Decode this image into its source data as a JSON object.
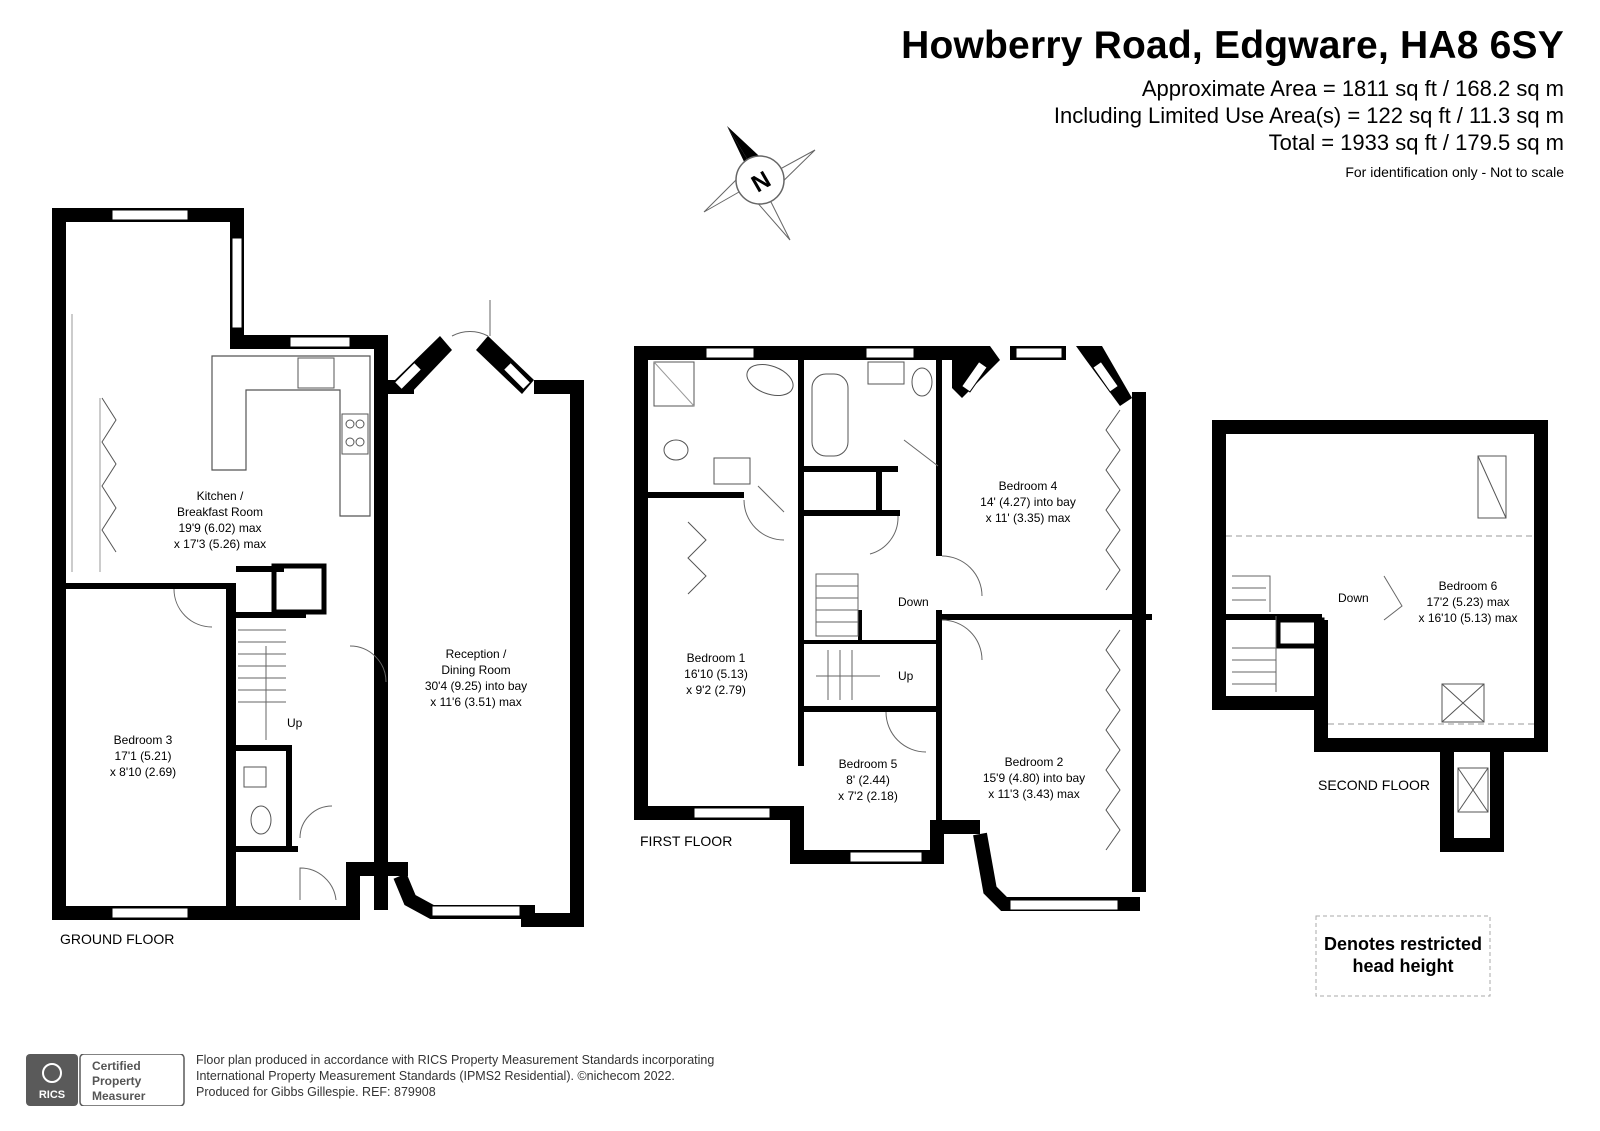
{
  "header": {
    "title": "Howberry Road, Edgware, HA8 6SY",
    "area_lines": [
      "Approximate Area = 1811 sq ft / 168.2 sq m",
      "Including Limited Use Area(s) = 122 sq ft / 11.3 sq m",
      "Total = 1933 sq ft / 179.5 sq m"
    ],
    "note": "For identification only - Not to scale"
  },
  "compass": {
    "label": "N"
  },
  "floors": {
    "ground": "GROUND FLOOR",
    "first": "FIRST FLOOR",
    "second": "SECOND FLOOR"
  },
  "rooms": {
    "kitchen": [
      "Kitchen /",
      "Breakfast Room",
      "19'9 (6.02) max",
      "x 17'3 (5.26) max"
    ],
    "reception": [
      "Reception /",
      "Dining Room",
      "30'4 (9.25) into bay",
      "x 11'6 (3.51) max"
    ],
    "bedroom3": [
      "Bedroom 3",
      "17'1 (5.21)",
      "x 8'10 (2.69)"
    ],
    "bedroom1": [
      "Bedroom 1",
      "16'10 (5.13)",
      "x 9'2 (2.79)"
    ],
    "bedroom4": [
      "Bedroom 4",
      "14' (4.27) into bay",
      "x 11' (3.35) max"
    ],
    "bedroom5": [
      "Bedroom 5",
      "8' (2.44)",
      "x 7'2 (2.18)"
    ],
    "bedroom2": [
      "Bedroom 2",
      "15'9 (4.80) into bay",
      "x 11'3 (3.43) max"
    ],
    "bedroom6": [
      "Bedroom 6",
      "17'2 (5.23) max",
      "x 16'10 (5.13) max"
    ]
  },
  "stairs": {
    "ground_up": "Up",
    "first_down": "Down",
    "first_up": "Up",
    "second_down": "Down"
  },
  "key": [
    "Denotes restricted",
    "head height"
  ],
  "footer": {
    "badge_lines": [
      "Certified",
      "Property",
      "Measurer"
    ],
    "rics": "RICS",
    "lines": [
      "Floor plan produced in accordance with RICS Property Measurement Standards incorporating",
      "International Property Measurement Standards (IPMS2 Residential).   ©nichecom 2022.",
      "Produced for Gibbs Gillespie.   REF: 879908"
    ]
  },
  "colors": {
    "wall": "#000000",
    "fixture": "#555555",
    "window": "#ffffff"
  }
}
